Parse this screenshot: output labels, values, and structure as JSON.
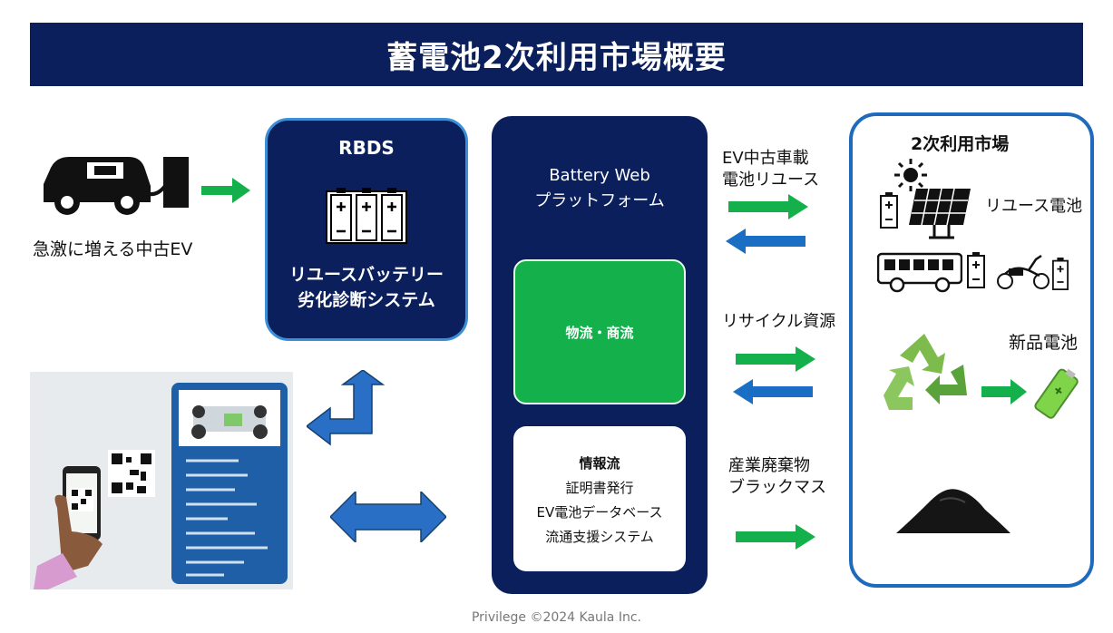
{
  "title": "蓄電池2次利用市場概要",
  "ev_label": "急激に増える中古EV",
  "rbds": {
    "title": "RBDS",
    "subtitle_line1": "リユースバッテリー",
    "subtitle_line2": "劣化診断システム"
  },
  "platform": {
    "title_line1": "Battery Web",
    "title_line2": "プラットフォーム",
    "logistics": "物流・商流",
    "info": {
      "heading": "情報流",
      "items": [
        "証明書発行",
        "EV電池データベース",
        "流通支援システム"
      ]
    }
  },
  "flows": {
    "reuse_line1": "EV中古車載",
    "reuse_line2": "電池リユース",
    "recycle": "リサイクル資源",
    "waste_line1": "産業廃棄物",
    "waste_line2": "ブラックマス"
  },
  "market": {
    "title": "2次利用市場",
    "reuse_battery": "リユース電池",
    "new_battery": "新品電池"
  },
  "footer": "Privilege ©2024 Kaula Inc.",
  "colors": {
    "navy": "#0a1f5c",
    "green": "#13b04b",
    "blue_arrow": "#1a6fc4",
    "border_blue": "#1e6bbd"
  }
}
